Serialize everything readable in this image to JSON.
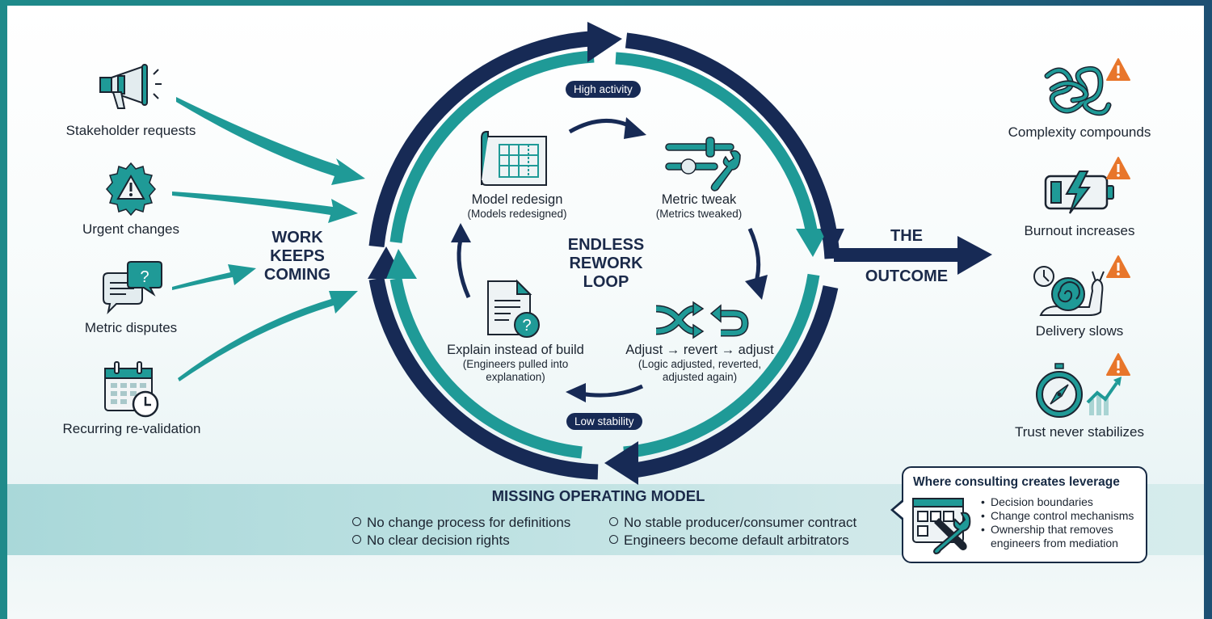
{
  "colors": {
    "navy": "#172a55",
    "teal": "#1f9a97",
    "warning": "#e8762b",
    "text": "#1b2430"
  },
  "inputs": {
    "heading_lines": [
      "WORK",
      "KEEPS",
      "COMING"
    ],
    "items": [
      {
        "label": "Stakeholder requests",
        "icon": "megaphone-icon"
      },
      {
        "label": "Urgent changes",
        "icon": "warning-badge-icon"
      },
      {
        "label": "Metric disputes",
        "icon": "chat-question-icon"
      },
      {
        "label": "Recurring re-validation",
        "icon": "calendar-clock-icon"
      }
    ]
  },
  "loop": {
    "title_lines": [
      "ENDLESS",
      "REWORK",
      "LOOP"
    ],
    "top_pill": "High activity",
    "bottom_pill": "Low stability",
    "steps": [
      {
        "title": "Model redesign",
        "subtitle": "(Models redesigned)",
        "icon": "blueprint-grid-icon"
      },
      {
        "title": "Metric tweak",
        "subtitle": "(Metrics tweaked)",
        "icon": "sliders-wrench-icon"
      },
      {
        "title": "Adjust → revert → adjust",
        "subtitle_lines": [
          "(Logic adjusted, reverted,",
          "adjusted again)"
        ],
        "icon": "shuffle-undo-icon"
      },
      {
        "title": "Explain instead of build",
        "subtitle_lines": [
          "(Engineers pulled into",
          "explanation)"
        ],
        "icon": "document-question-icon"
      }
    ]
  },
  "outcome": {
    "heading_top": "THE",
    "heading_bottom": "OUTCOME",
    "items": [
      {
        "label": "Complexity compounds",
        "icon": "tangle-icon",
        "warning": true
      },
      {
        "label": "Burnout increases",
        "icon": "low-battery-icon",
        "warning": true
      },
      {
        "label": "Delivery slows",
        "icon": "snail-icon",
        "warning": true
      },
      {
        "label": "Trust never stabilizes",
        "icon": "compass-chart-icon",
        "warning": true
      }
    ]
  },
  "missing_model": {
    "title": "MISSING OPERATING MODEL",
    "items": [
      "No change process for definitions",
      "No stable producer/consumer contract",
      "No clear decision rights",
      "Engineers become default arbitrators"
    ]
  },
  "consulting": {
    "title": "Where consulting creates leverage",
    "items": [
      "Decision boundaries",
      "Change control mechanisms",
      "Ownership that removes engineers from mediation"
    ],
    "item3_lines": [
      "Ownership that removes",
      "engineers from mediation"
    ],
    "icon": "window-tools-icon"
  }
}
